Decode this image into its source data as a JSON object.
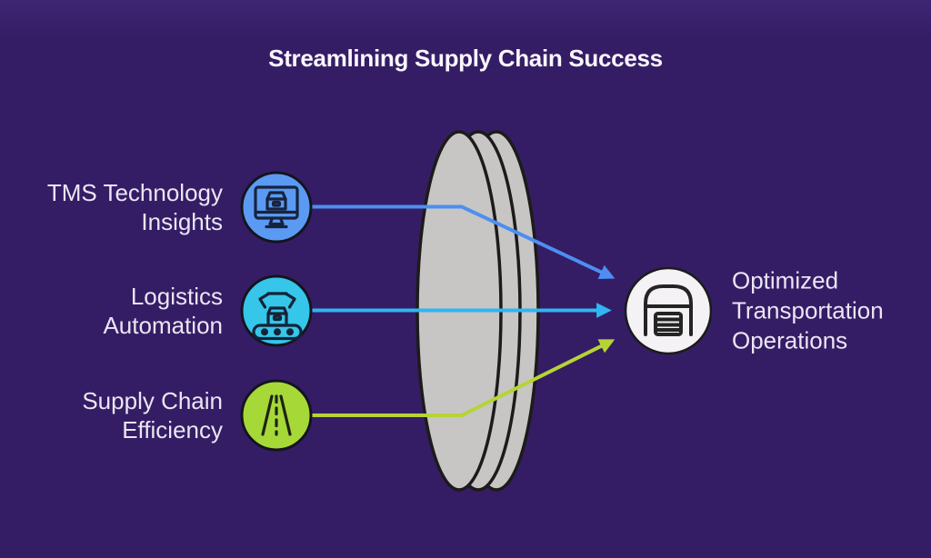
{
  "title": {
    "text": "Streamlining Supply Chain Success"
  },
  "inputs": [
    {
      "label": "TMS Technology\nInsights",
      "icon": "monitor-package-icon",
      "color": "#5b9af2",
      "icon_stroke": "#17233d"
    },
    {
      "label": "Logistics\nAutomation",
      "icon": "robotic-gripper-conveyor-icon",
      "color": "#35c6e9",
      "icon_stroke": "#142338"
    },
    {
      "label": "Supply Chain\nEfficiency",
      "icon": "road-icon",
      "color": "#a6d838",
      "icon_stroke": "#1d2415"
    }
  ],
  "output": {
    "label": "Optimized\nTransportation\nOperations",
    "icon": "warehouse-icon",
    "color": "#f4f2f4",
    "icon_stroke": "#242424",
    "ring": "#1b1b1b"
  },
  "arrows": [
    {
      "source": "TMS Technology Insights",
      "color": "#4d8ef2"
    },
    {
      "source": "Logistics Automation",
      "color": "#2fb5f2"
    },
    {
      "source": "Supply Chain Efficiency",
      "color": "#b6d435"
    }
  ],
  "lens": {
    "fill": "#c7c6c4",
    "stroke": "#1d1b1a"
  },
  "node_ring": "#14141f",
  "background": "#341d64"
}
